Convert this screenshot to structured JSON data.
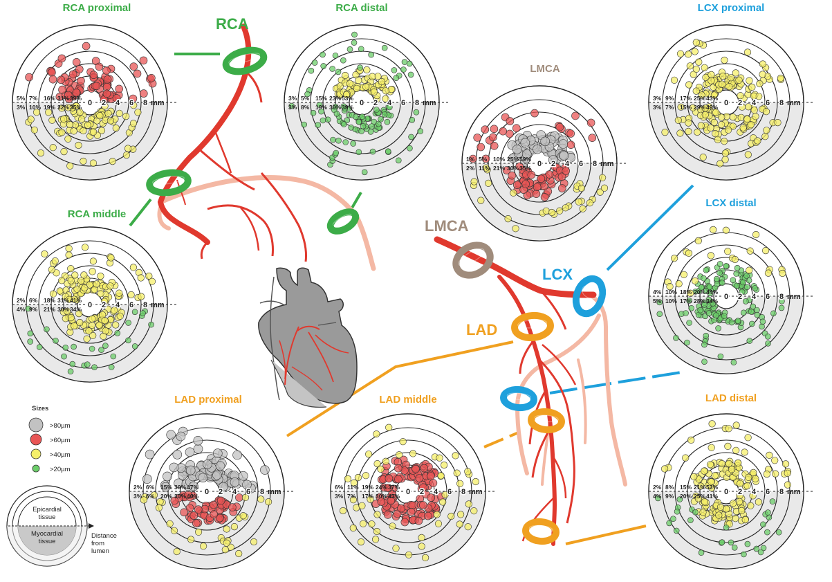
{
  "vessel_labels": {
    "rca": "RCA",
    "lmca": "LMCA",
    "lcx": "LCX",
    "lad": "LAD"
  },
  "colors": {
    "rca": "#3cac48",
    "lmca": "#a08c7c",
    "lcx": "#1ea0dc",
    "lad": "#f0a020",
    "artery": "#e0392e",
    "vein": "#f4b8a4",
    "dot_gray": "#c2c2c2",
    "dot_red": "#e85555",
    "dot_yellow": "#f5ef6a",
    "dot_green": "#6ccd6a"
  },
  "panel_unit": "mm",
  "panel_ticks": [
    "0",
    "2",
    "4",
    "6",
    "8"
  ],
  "legend": {
    "title": "Sizes",
    "items": [
      {
        "label": ">80µm",
        "key": "gray"
      },
      {
        "label": ">60µm",
        "key": "red"
      },
      {
        "label": ">40µm",
        "key": "yellow"
      },
      {
        "label": ">20µm",
        "key": "green"
      }
    ],
    "epicardial": "Epicardial tissue",
    "myocardial": "Myocardial tissue",
    "distance": "Distance from lumen"
  },
  "panels": [
    {
      "id": "rca-proximal",
      "title": "RCA proximal",
      "color_key": "rca",
      "pct_top": [
        "5%",
        "7%",
        "16%",
        "31%",
        "39%"
      ],
      "pct_bottom": [
        "3%",
        "10%",
        "19%",
        "32%",
        "35%"
      ],
      "top_dots": "red",
      "bottom_dots": "yellow",
      "top_outer": "red",
      "bottom_outer": "yellow"
    },
    {
      "id": "rca-distal",
      "title": "RCA distal",
      "color_key": "rca",
      "pct_top": [
        "3%",
        "5%",
        "15%",
        "23%",
        "53%"
      ],
      "pct_bottom": [
        "3%",
        "8%",
        "19%",
        "30%",
        "39%"
      ],
      "top_dots": "yellow",
      "bottom_dots": "green",
      "top_outer": "green",
      "bottom_outer": "green"
    },
    {
      "id": "rca-middle",
      "title": "RCA middle",
      "color_key": "rca",
      "pct_top": [
        "2%",
        "6%",
        "18%",
        "31%",
        "41%"
      ],
      "pct_bottom": [
        "4%",
        "9%",
        "21%",
        "30%",
        "34%"
      ],
      "top_dots": "yellow",
      "bottom_dots": "yellow",
      "top_outer": "yellow",
      "bottom_outer": "green"
    },
    {
      "id": "lmca",
      "title": "LMCA",
      "color_key": "lmca",
      "pct_top": [
        "1%",
        "5%",
        "10%",
        "25%",
        "59%"
      ],
      "pct_bottom": [
        "2%",
        "11%",
        "21%",
        "30%",
        "35%"
      ],
      "top_dots": "gray",
      "bottom_dots": "red",
      "top_outer": "red",
      "bottom_outer": "yellow"
    },
    {
      "id": "lcx-proximal",
      "title": "LCX proximal",
      "color_key": "lcx",
      "pct_top": [
        "3%",
        "9%",
        "17%",
        "25%",
        "43%"
      ],
      "pct_bottom": [
        "3%",
        "7%",
        "15%",
        "29%",
        "49%"
      ],
      "top_dots": "yellow",
      "bottom_dots": "yellow",
      "top_outer": "yellow",
      "bottom_outer": "yellow"
    },
    {
      "id": "lcx-distal",
      "title": "LCX distal",
      "color_key": "lcx",
      "pct_top": [
        "4%",
        "10%",
        "18%",
        "20%",
        "44%"
      ],
      "pct_bottom": [
        "5%",
        "10%",
        "17%",
        "28%",
        "34%"
      ],
      "top_dots": "green",
      "bottom_dots": "green",
      "top_outer": "yellow",
      "bottom_outer": "green"
    },
    {
      "id": "lad-proximal",
      "title": "LAD proximal",
      "color_key": "lad",
      "pct_top": [
        "2%",
        "6%",
        "15%",
        "30%",
        "47%"
      ],
      "pct_bottom": [
        "3%",
        "6%",
        "20%",
        "30%",
        "40%"
      ],
      "top_dots": "gray",
      "bottom_dots": "red",
      "top_outer": "gray",
      "bottom_outer": "yellow"
    },
    {
      "id": "lad-middle",
      "title": "LAD middle",
      "color_key": "lad",
      "pct_top": [
        "6%",
        "11%",
        "19%",
        "24%",
        "37%"
      ],
      "pct_bottom": [
        "3%",
        "7%",
        "17%",
        "30%",
        "43%"
      ],
      "top_dots": "red",
      "bottom_dots": "red",
      "top_outer": "yellow",
      "bottom_outer": "yellow"
    },
    {
      "id": "lad-distal",
      "title": "LAD distal",
      "color_key": "lad",
      "pct_top": [
        "2%",
        "8%",
        "15%",
        "21%",
        "53%"
      ],
      "pct_bottom": [
        "4%",
        "9%",
        "20%",
        "25%",
        "41%"
      ],
      "top_dots": "yellow",
      "bottom_dots": "yellow",
      "top_outer": "yellow",
      "bottom_outer": "green"
    }
  ]
}
